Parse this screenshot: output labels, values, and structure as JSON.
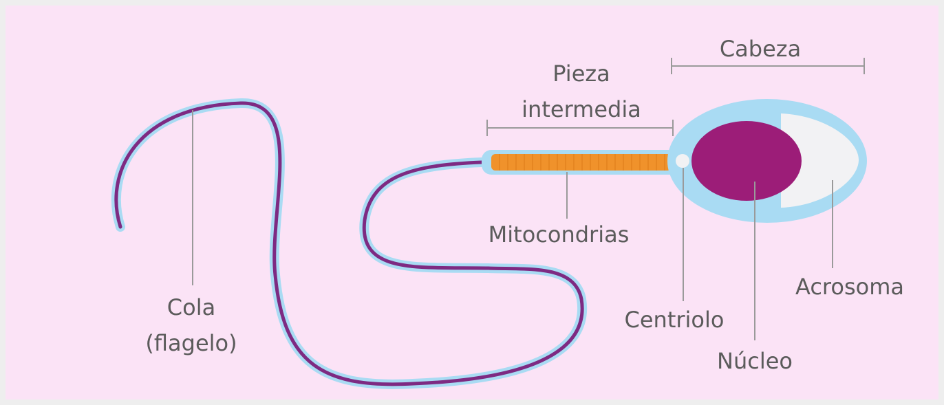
{
  "diagram": {
    "labels": {
      "cabeza": "Cabeza",
      "pieza_line1": "Pieza",
      "pieza_line2": "intermedia",
      "mitocondrias": "Mitocondrias",
      "cola_line1": "Cola",
      "cola_line2": "(flagelo)",
      "centriolo": "Centriolo",
      "nucleo": "Núcleo",
      "acrosoma": "Acrosoma"
    },
    "colors": {
      "background": "#fbe3f6",
      "membrane": "#a9dbf3",
      "tail": "#7e2a82",
      "nucleus": "#9c1d78",
      "acrosome": "#f2f2f4",
      "mitochondria": "#f0922b",
      "label_text": "#5b5b5b",
      "leader_lines": "#9a9a9a"
    }
  }
}
